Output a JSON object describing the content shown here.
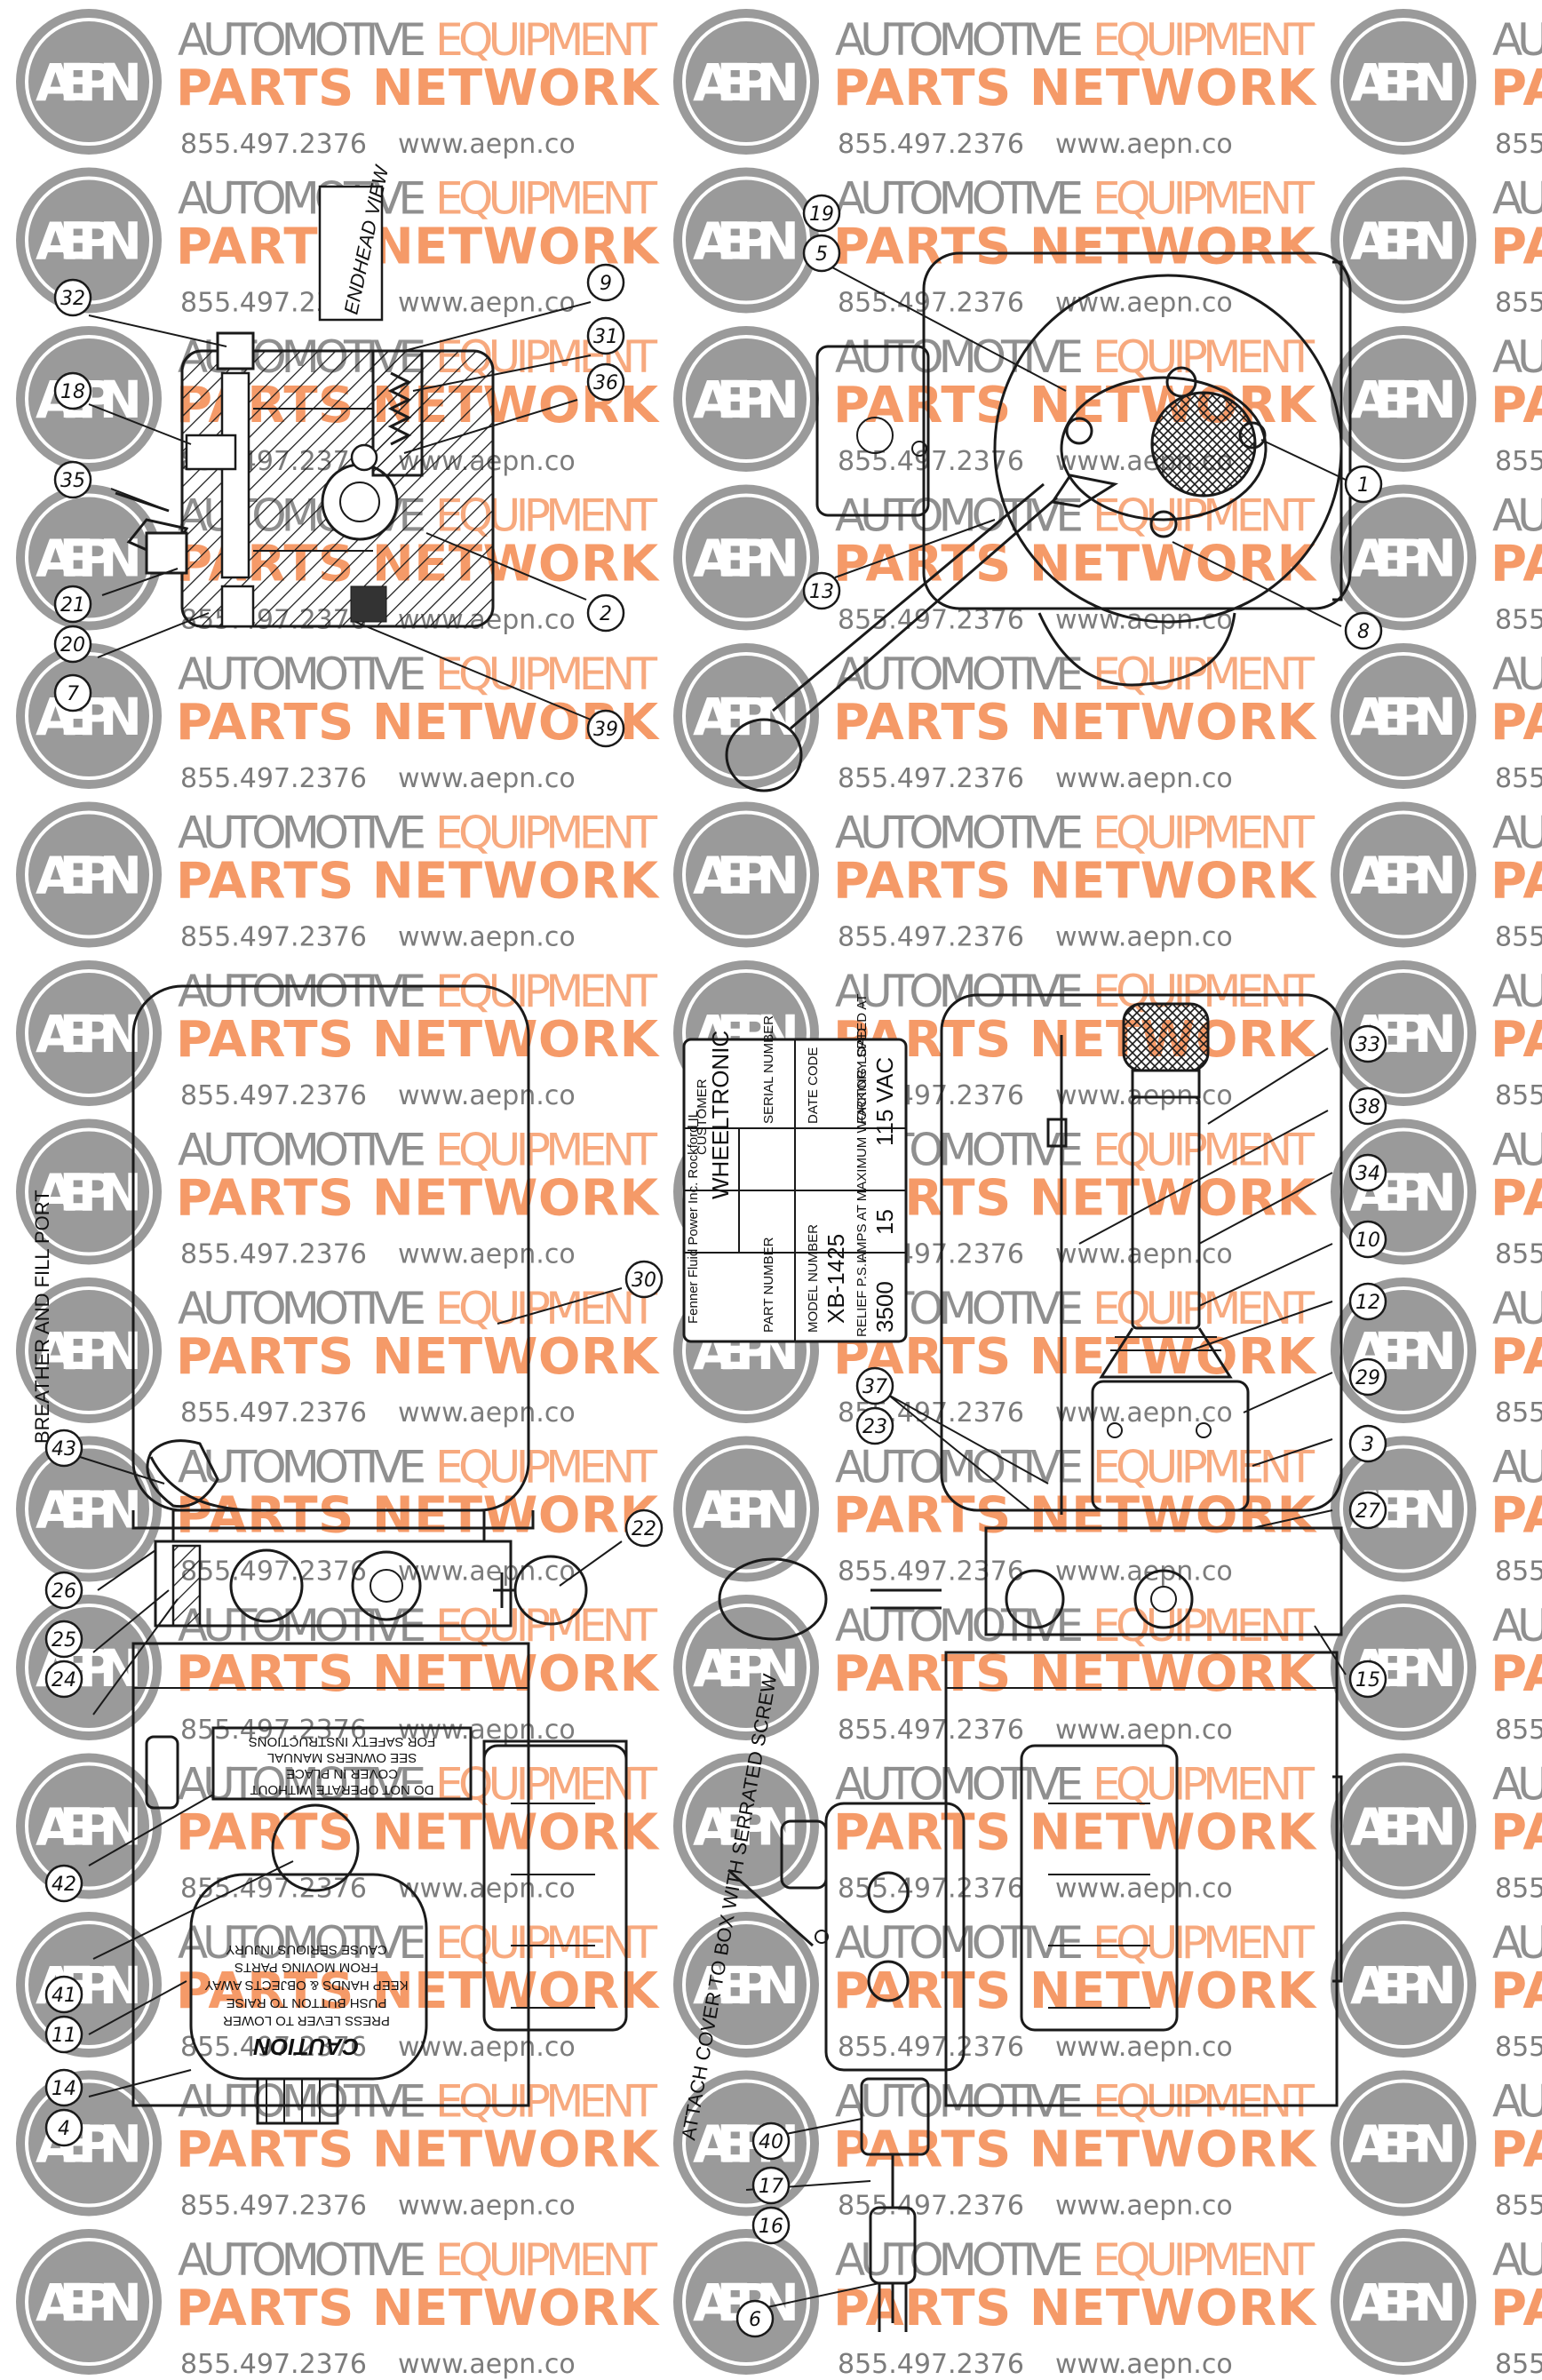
{
  "watermark": {
    "badge": "AEPN",
    "line1a": "AUTOMOTIVE",
    "line1b": "EQUIPMENT",
    "line2": "PARTS NETWORK",
    "phone": "855.497.2376",
    "url": "www.aepn.co",
    "colors": {
      "gray": "#8f8f8f",
      "orange": "#f59a68"
    }
  },
  "labels": {
    "endhead": "ENDHEAD VIEW",
    "breather": "BREATHER AND FILL PORT",
    "attach_cover": "ATTACH COVER TO BOX WITH SERRATED SCREW"
  },
  "nameplate": {
    "customer_label": "CUSTOMER",
    "customer": "WHEELTRONIC",
    "serial_label": "SERIAL NUMBER",
    "part_label": "PART NUMBER",
    "model_label": "MODEL NUMBER",
    "model": "XB-1425",
    "date_label": "DATE CODE",
    "factory_label": "FACTORY SPEED AT",
    "amps_label": "AMPS AT MAXIMUM WORKING LOAD",
    "relief_label": "RELIEF P.S.I.",
    "voltage": "115 VAC",
    "amps": "15",
    "psi": "3500",
    "maker": "Fenner Fluid Power Inc. Rockford IL"
  },
  "caution_plate": {
    "title": "CAUTION",
    "lines": [
      "PRESS LEVER TO LOWER",
      "PUSH BUTTON TO RAISE",
      "KEEP HANDS & OBJECTS AWAY",
      "FROM MOVING PARTS",
      "CAUSE SERIOUS INJURY"
    ]
  },
  "warning_plate": {
    "lines": [
      "DO NOT OPERATE WITHOUT",
      "COVER IN PLACE",
      "SEE OWNERS MANUAL",
      "FOR SAFETY INSTRUCTIONS"
    ]
  },
  "callouts": {
    "c32": "32",
    "c18": "18",
    "c35": "35",
    "c21": "21",
    "c20": "20",
    "c7": "7",
    "c9": "9",
    "c31": "31",
    "c36": "36",
    "c2": "2",
    "c39": "39",
    "c5": "5",
    "c19": "19",
    "c1": "1",
    "c13": "13",
    "c8": "8",
    "c30": "30",
    "c43": "43",
    "c22": "22",
    "c26": "26",
    "c25": "25",
    "c24": "24",
    "c42": "42",
    "c41": "41",
    "c11": "11",
    "c14": "14",
    "c4": "4",
    "c33": "33",
    "c38": "38",
    "c34": "34",
    "c10": "10",
    "c12": "12",
    "c23": "23",
    "c37": "37",
    "c29": "29",
    "c3": "3",
    "c27": "27",
    "c15": "15",
    "c40": "40",
    "c17": "17",
    "c16": "16",
    "c6": "6"
  }
}
